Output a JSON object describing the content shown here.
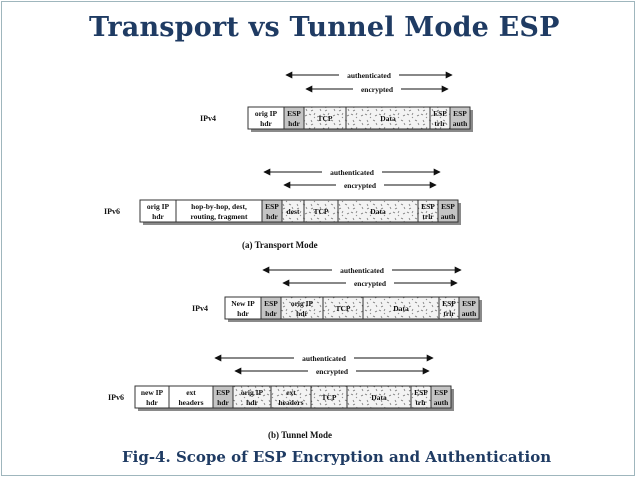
{
  "title": "Transport vs Tunnel Mode ESP",
  "caption": "Fig-4. Scope of ESP Encryption and Authentication",
  "colors": {
    "title": "#1f3b63",
    "border": "#9fb6bd",
    "esp_fill": "#c4c4c4",
    "encrypted_fill": "#ececec",
    "outline": "#333333"
  },
  "diagram": {
    "sub_labels": {
      "transport": "(a) Transport Mode",
      "tunnel": "(b) Tunnel Mode"
    },
    "rows": [
      {
        "label": "IPv4",
        "authenticated": "authenticated",
        "encrypted": "encrypted",
        "fields": [
          {
            "lines": [
              "orig IP",
              "hdr"
            ],
            "kind": "plain"
          },
          {
            "lines": [
              "ESP",
              "hdr"
            ],
            "kind": "esp"
          },
          {
            "lines": [
              "TCP"
            ],
            "kind": "enc"
          },
          {
            "lines": [
              "Data"
            ],
            "kind": "enc"
          },
          {
            "lines": [
              "ESP",
              "trlr"
            ],
            "kind": "enc"
          },
          {
            "lines": [
              "ESP",
              "auth"
            ],
            "kind": "esp"
          }
        ]
      },
      {
        "label": "IPv6",
        "authenticated": "authenticated",
        "encrypted": "encrypted",
        "fields": [
          {
            "lines": [
              "orig IP",
              "hdr"
            ],
            "kind": "plain"
          },
          {
            "lines": [
              "hop-by-hop, dest,",
              "routing, fragment"
            ],
            "kind": "plain"
          },
          {
            "lines": [
              "ESP",
              "hdr"
            ],
            "kind": "esp"
          },
          {
            "lines": [
              "dest"
            ],
            "kind": "enc"
          },
          {
            "lines": [
              "TCP"
            ],
            "kind": "enc"
          },
          {
            "lines": [
              "Data"
            ],
            "kind": "enc"
          },
          {
            "lines": [
              "ESP",
              "trlr"
            ],
            "kind": "enc"
          },
          {
            "lines": [
              "ESP",
              "auth"
            ],
            "kind": "esp"
          }
        ]
      },
      {
        "label": "IPv4",
        "authenticated": "authenticated",
        "encrypted": "encrypted",
        "fields": [
          {
            "lines": [
              "New IP",
              "hdr"
            ],
            "kind": "plain"
          },
          {
            "lines": [
              "ESP",
              "hdr"
            ],
            "kind": "esp"
          },
          {
            "lines": [
              "orig IP",
              "hdr"
            ],
            "kind": "enc"
          },
          {
            "lines": [
              "TCP"
            ],
            "kind": "enc"
          },
          {
            "lines": [
              "Data"
            ],
            "kind": "enc"
          },
          {
            "lines": [
              "ESP",
              "trlr"
            ],
            "kind": "enc"
          },
          {
            "lines": [
              "ESP",
              "auth"
            ],
            "kind": "esp"
          }
        ]
      },
      {
        "label": "IPv6",
        "authenticated": "authenticated",
        "encrypted": "encrypted",
        "fields": [
          {
            "lines": [
              "new IP",
              "hdr"
            ],
            "kind": "plain"
          },
          {
            "lines": [
              "ext",
              "headers"
            ],
            "kind": "plain"
          },
          {
            "lines": [
              "ESP",
              "hdr"
            ],
            "kind": "esp"
          },
          {
            "lines": [
              "orig IP",
              "hdr"
            ],
            "kind": "enc"
          },
          {
            "lines": [
              "ext",
              "headers"
            ],
            "kind": "enc"
          },
          {
            "lines": [
              "TCP"
            ],
            "kind": "enc"
          },
          {
            "lines": [
              "Data"
            ],
            "kind": "enc"
          },
          {
            "lines": [
              "ESP",
              "trlr"
            ],
            "kind": "enc"
          },
          {
            "lines": [
              "ESP",
              "auth"
            ],
            "kind": "esp"
          }
        ]
      }
    ]
  }
}
